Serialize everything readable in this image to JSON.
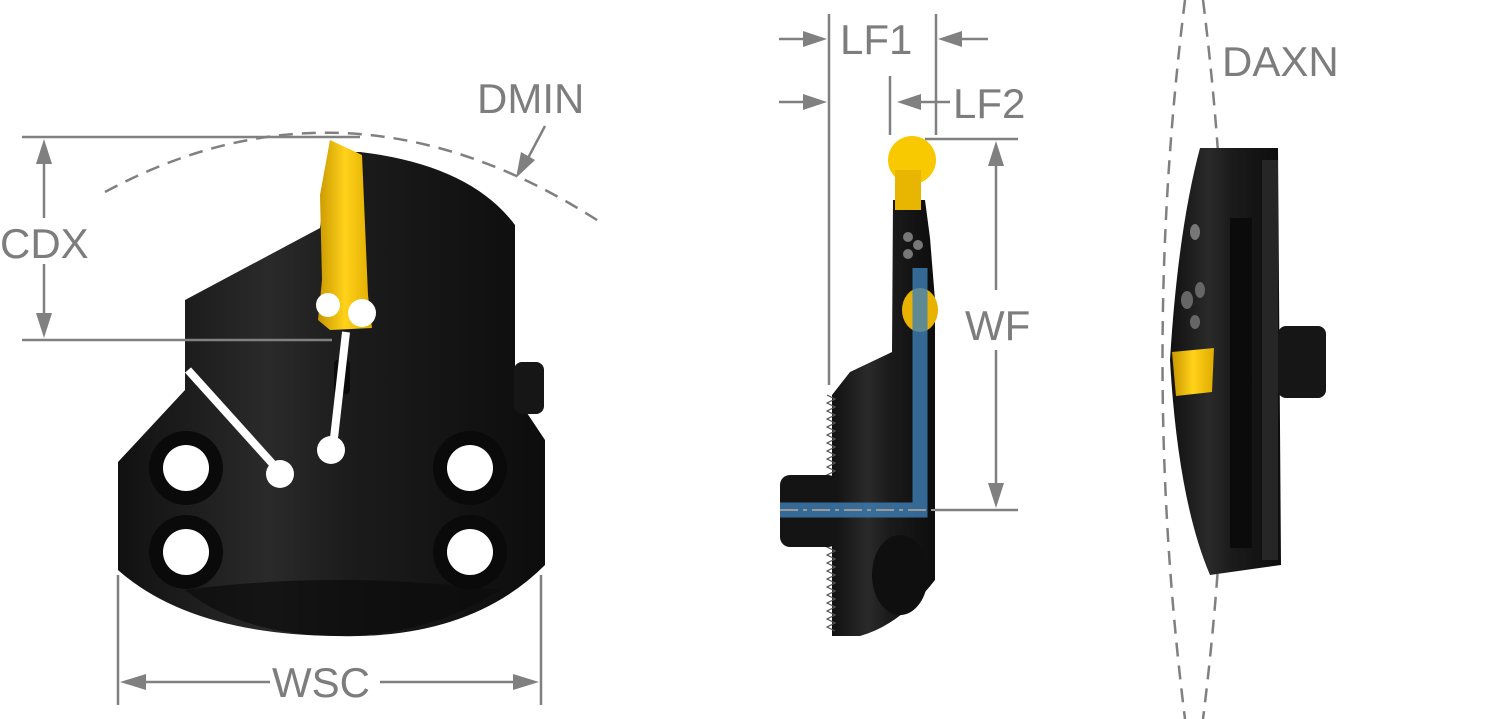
{
  "labels": {
    "cdx": "CDX",
    "dmin": "DMIN",
    "wsc": "WSC",
    "lf1": "LF1",
    "lf2": "LF2",
    "wf": "WF",
    "daxn": "DAXN"
  },
  "colors": {
    "tool_body": "#1c1c1c",
    "insert": "#f2c200",
    "dimension": "#808080",
    "highlight_path": "#3d7fb8"
  },
  "views": [
    "front-view",
    "side-view",
    "end-view"
  ]
}
